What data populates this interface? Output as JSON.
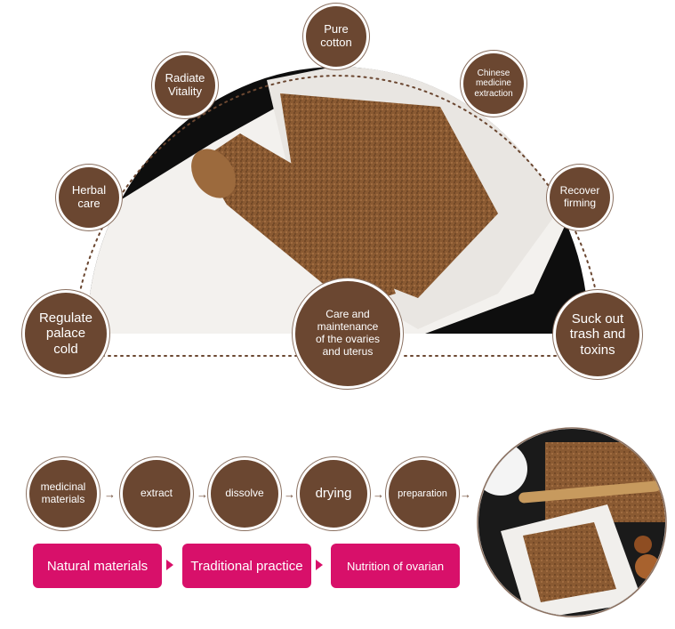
{
  "top_badges": {
    "pure_cotton": "Pure\ncotton",
    "radiate_vitality": "Radiate\nVitality",
    "chinese_medicine": "Chinese\nmedicine\nextraction",
    "herbal_care": "Herbal\ncare",
    "recover_firming": "Recover\nfirming",
    "regulate": "Regulate\npalace\ncold",
    "care_maintenance": "Care and\nmaintenance\nof the ovaries\nand uterus",
    "suck_out": "Suck out\ntrash and\ntoxins"
  },
  "process_steps": [
    {
      "label": "medicinal\nmaterials"
    },
    {
      "label": "extract"
    },
    {
      "label": "dissolve"
    },
    {
      "label": "drying"
    },
    {
      "label": "preparation"
    }
  ],
  "arrow_glyph": "→",
  "pills": [
    {
      "label": "Natural materials"
    },
    {
      "label": "Traditional practice"
    },
    {
      "label": "Nutrition of ovarian"
    }
  ],
  "colors": {
    "badge": "#6b4731",
    "accent_pink": "#d8106a",
    "dark_bg": "#0e0e0e"
  }
}
